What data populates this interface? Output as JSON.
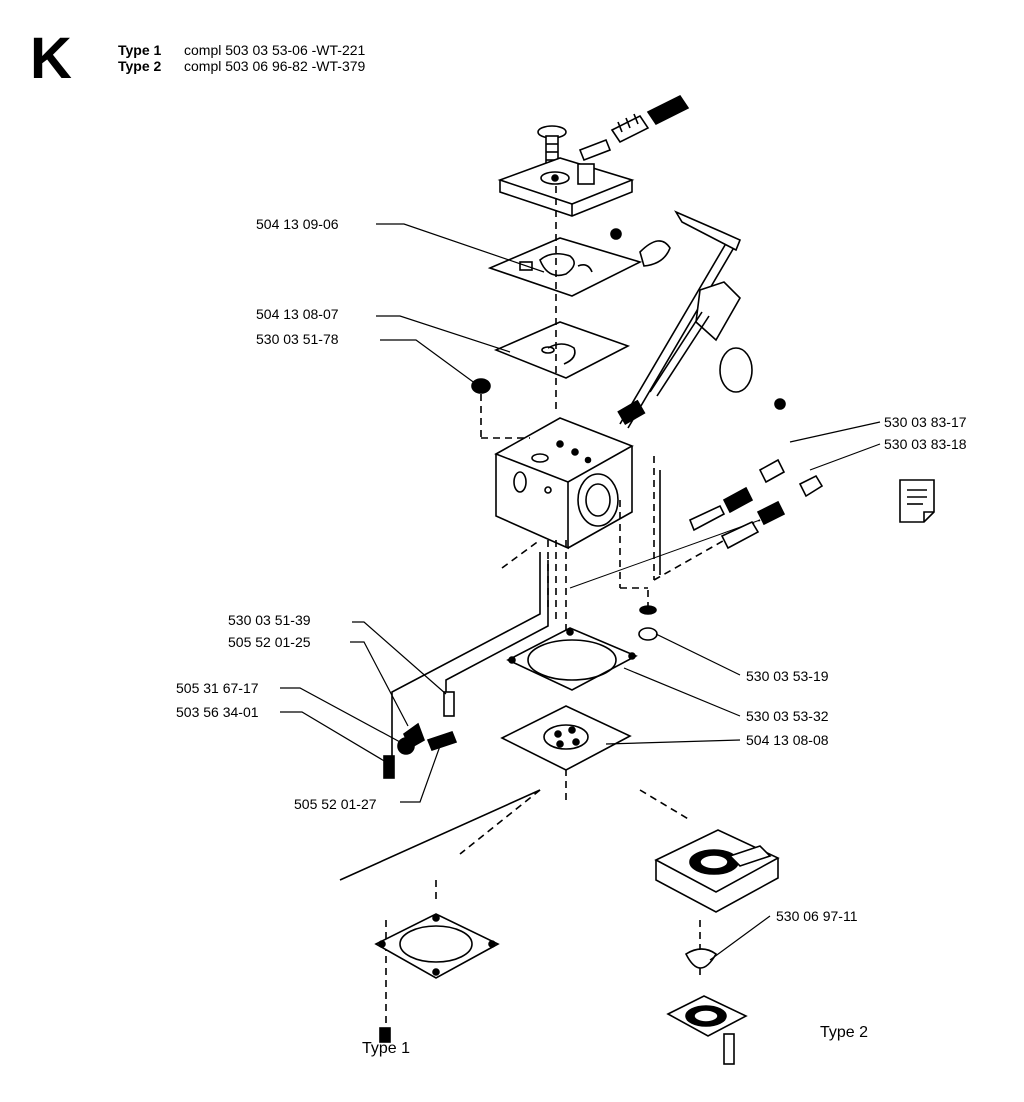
{
  "header": {
    "section_letter": "K",
    "type_lines": [
      {
        "type": "Type 1",
        "desc": "compl 503 03 53-06 -WT-221"
      },
      {
        "type": "Type 2",
        "desc": "compl 503 06 96-82 -WT-379"
      }
    ]
  },
  "part_labels": [
    "504 13 09-06",
    "504 13 08-07",
    "530 03 51-78",
    "530 03 83-17",
    "530 03 83-18",
    "530 03 51-39",
    "505 52 01-25",
    "505 31 67-17",
    "503 56 34-01",
    "505 52 01-27",
    "530 03 53-19",
    "530 03 53-32",
    "504 13 08-08",
    "530 06 97-11"
  ],
  "captions": {
    "type1": "Type 1",
    "type2": "Type 2"
  },
  "icons": {
    "note": "note-document-icon"
  }
}
